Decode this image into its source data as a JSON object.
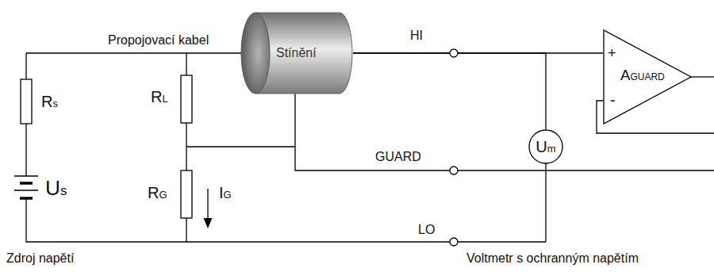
{
  "diagram": {
    "nodes": [
      {
        "text": [
          "Stínění"
        ]
      },
      {
        "text": [
          "Um"
        ]
      },
      {
        "text": [
          "AGUARD",
          "+",
          "-"
        ]
      }
    ],
    "edges": [
      {
        "from": 0,
        "to": 1,
        "arrow": "none"
      },
      {
        "from": 0,
        "to": 2,
        "arrow": "none"
      }
    ],
    "labels": [
      "Propojovací kabel",
      "HI",
      "Rs",
      "RL",
      "GUARD",
      "RG",
      "IG",
      "Us",
      "LO",
      "Zdroj napětí",
      "Voltmetr s ochranným napětím"
    ]
  }
}
